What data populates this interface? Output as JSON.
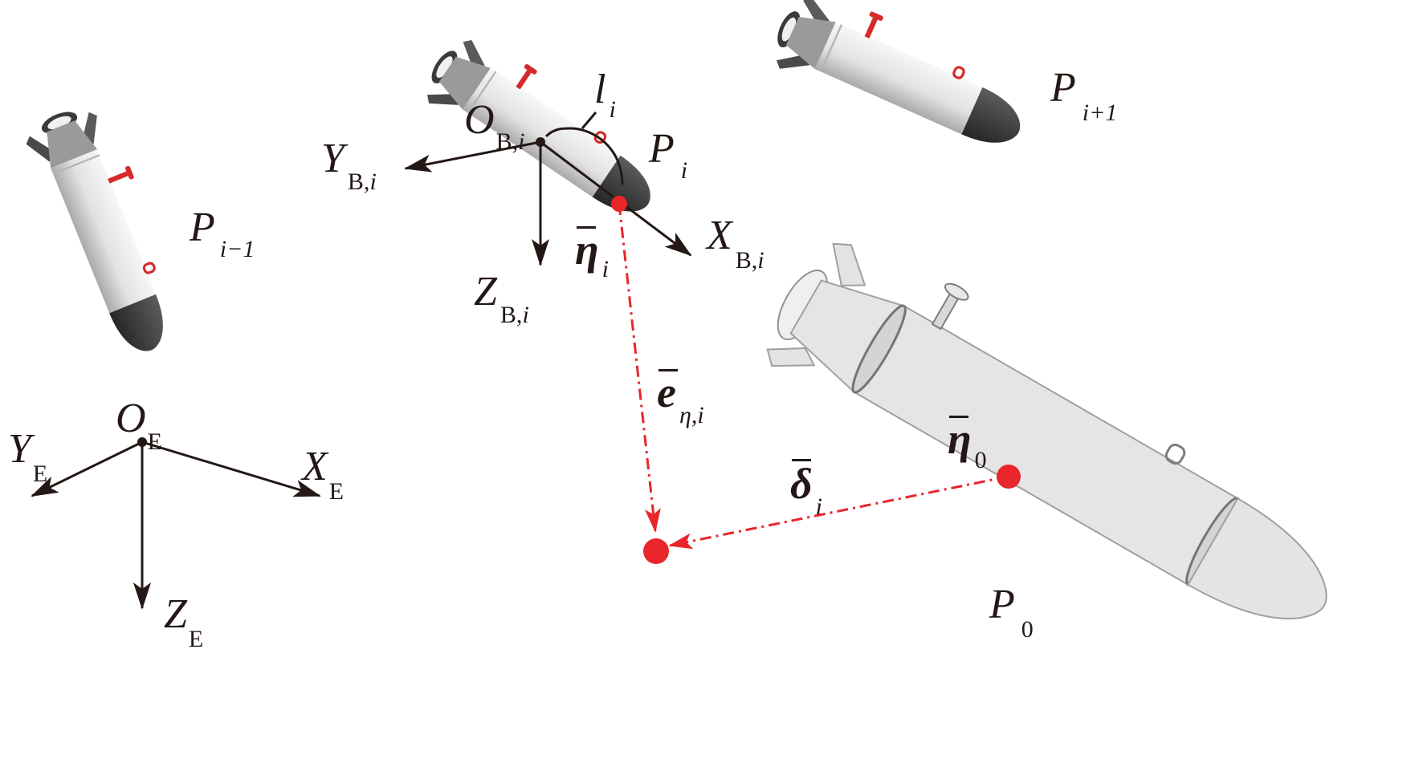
{
  "labels": {
    "p_prev": {
      "main": "P",
      "sub": "i−1"
    },
    "p_i": {
      "main": "P",
      "sub": "i"
    },
    "p_next": {
      "main": "P",
      "sub": "i+1"
    },
    "p_0": {
      "main": "P",
      "sub": "0"
    },
    "l_i": {
      "main": "l",
      "sub": "i"
    },
    "o_b": {
      "main": "O",
      "sub": "B,",
      "sub_i": "i"
    },
    "y_b": {
      "main": "Y",
      "sub": "B,",
      "sub_i": "i"
    },
    "x_b": {
      "main": "X",
      "sub": "B,",
      "sub_i": "i"
    },
    "z_b": {
      "main": "Z",
      "sub": "B,",
      "sub_i": "i"
    },
    "eta_i": {
      "main": "η",
      "sub": "i"
    },
    "eta_0": {
      "main": "η",
      "sub": "0"
    },
    "e_eta": {
      "main": "e",
      "sub": "η,i"
    },
    "delta_i": {
      "main": "δ",
      "sub": "i"
    },
    "o_e": {
      "main": "O",
      "sub": "E"
    },
    "y_e": {
      "main": "Y",
      "sub": "E"
    },
    "x_e": {
      "main": "X",
      "sub": "E"
    },
    "z_e": {
      "main": "Z",
      "sub": "E"
    }
  },
  "colors": {
    "ink": "#231815",
    "red": "#e8262c",
    "hull": "#e6e6e6",
    "nose": "#3c3c3c",
    "fin": "#5a5a5a",
    "mast": "#d62a2a",
    "ghost": "#c8c8c8"
  }
}
